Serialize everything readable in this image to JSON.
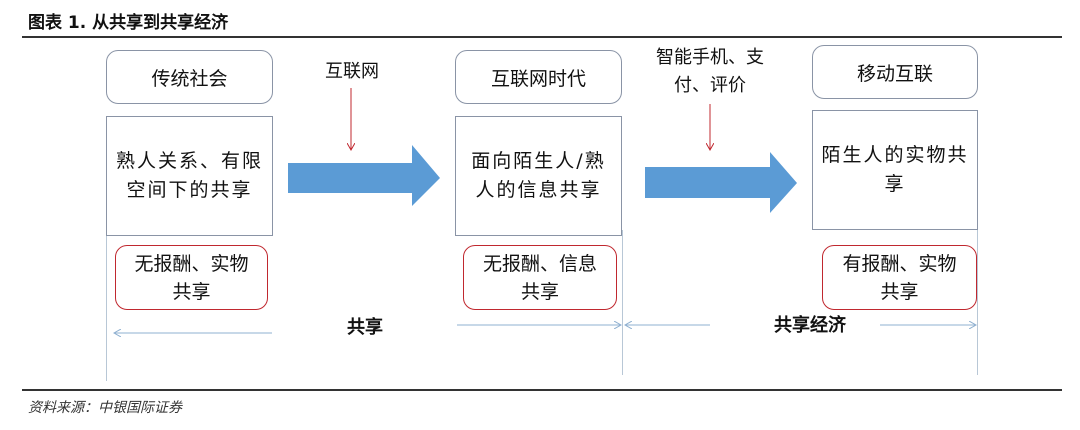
{
  "title": "图表 1. 从共享到共享经济",
  "stages": [
    {
      "header": "传统社会",
      "body": "熟人关系、有限空间下的共享",
      "reward": "无报酬、实物共享"
    },
    {
      "header": "互联网时代",
      "body": "面向陌生人/熟人的信息共享",
      "reward": "无报酬、信息共享"
    },
    {
      "header": "移动互联",
      "body": "陌生人的实物共享",
      "reward": "有报酬、实物共享"
    }
  ],
  "drivers": [
    "互联网",
    "智能手机、支付、评价"
  ],
  "spans": [
    "共享",
    "共享经济"
  ],
  "source": "资料来源：中银国际证券",
  "colors": {
    "arrow": "#5b9bd5",
    "red": "#c0282f",
    "line": "#8fb0d0"
  }
}
